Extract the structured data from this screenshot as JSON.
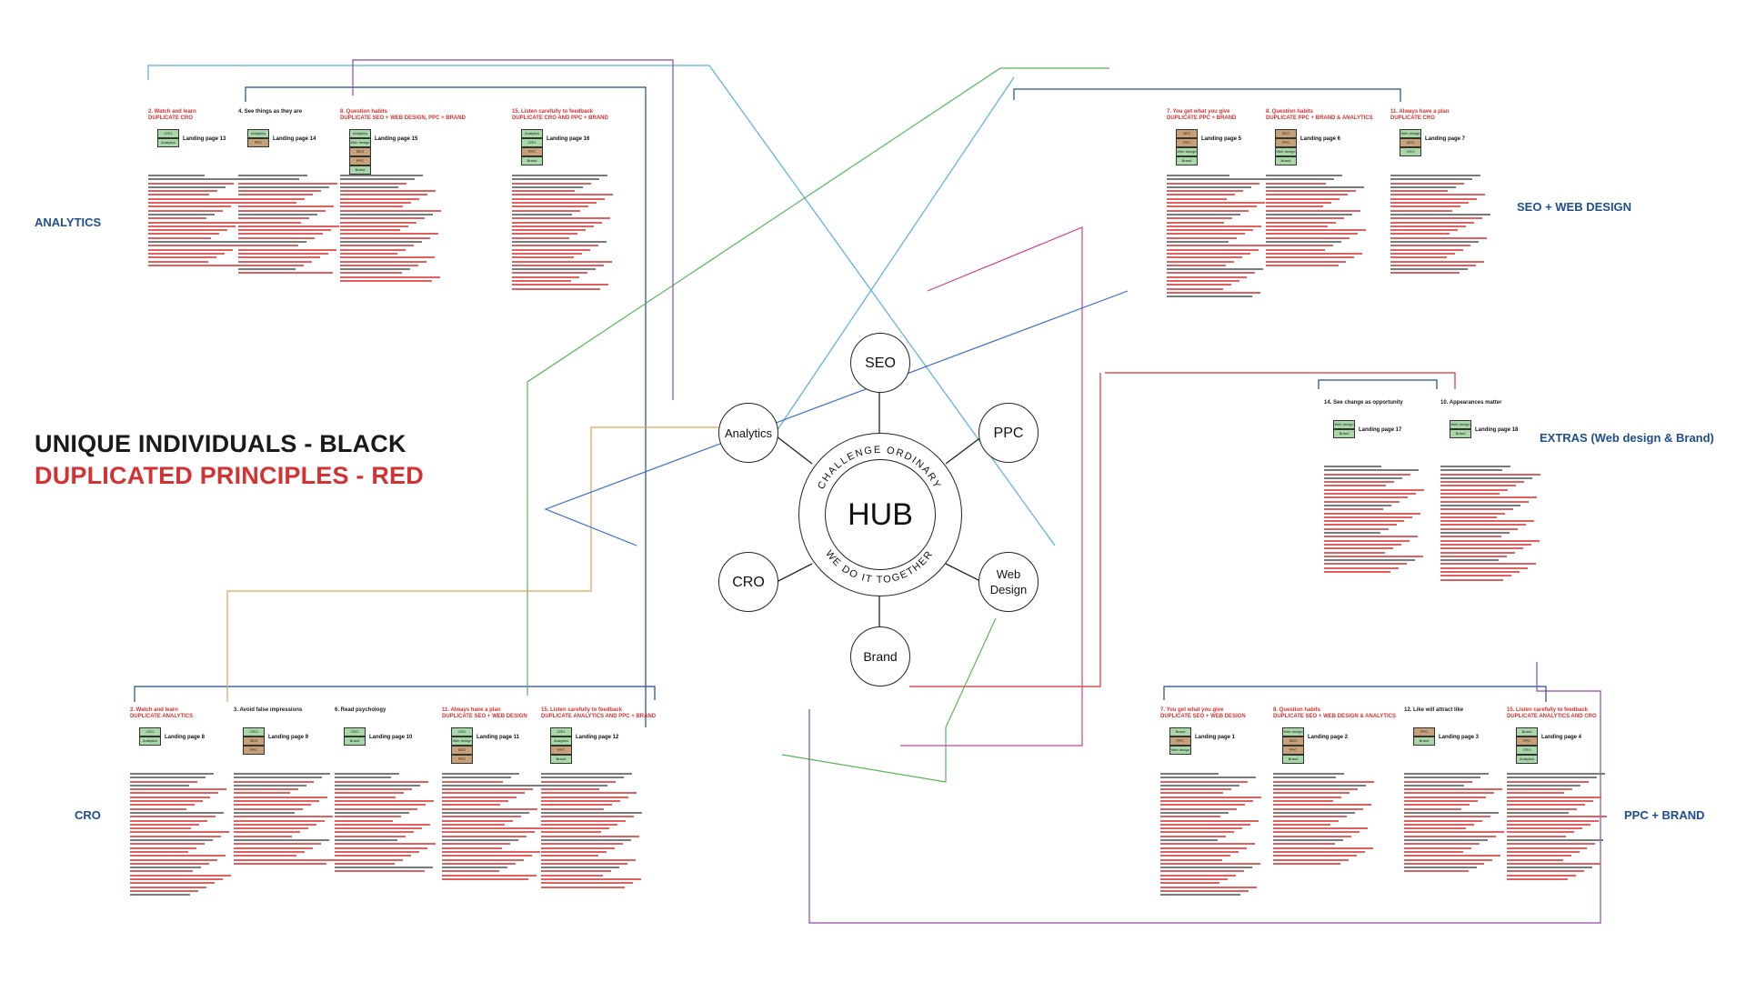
{
  "legend": {
    "black": "UNIQUE INDIVIDUALS  - BLACK",
    "red": "DUPLICATED PRINCIPLES - RED"
  },
  "regions": {
    "analytics": "ANALYTICS",
    "seo_web": "SEO + WEB DESIGN",
    "extras": "EXTRAS (Web design & Brand)",
    "cro": "CRO",
    "ppc_brand": "PPC + BRAND"
  },
  "hub": {
    "label": "HUB",
    "top_arc": "CHALLENGE ORDINARY",
    "bottom_arc": "WE DO IT TOGETHER",
    "nodes": {
      "seo": "SEO",
      "ppc": "PPC",
      "analytics": "Analytics",
      "cro": "CRO",
      "web": "Web Design",
      "brand": "Brand"
    }
  },
  "colors": {
    "red": "#d23232",
    "navy": "#1f4e8c",
    "green_box": "#a8d8a8",
    "tan_box": "#c8a078"
  },
  "cards": [
    {
      "title_num": "2. Watch and learn",
      "title_dup": "DUPLICATE CRO",
      "landing": "Landing page 13",
      "boxes": [
        "CRO",
        "Analytics"
      ]
    },
    {
      "title_num": "4. See things as they are",
      "title_dup": "",
      "landing": "Landing page 14",
      "boxes": [
        "Analytics",
        "PPC"
      ]
    },
    {
      "title_num": "8. Question habits",
      "title_dup": "DUPLICATE SEO + WEB DESIGN, PPC + BRAND",
      "landing": "Landing page 15",
      "boxes": [
        "Analytics",
        "Web design",
        "SEO",
        "PPC",
        "Brand"
      ]
    },
    {
      "title_num": "15. Listen carefully to feedback",
      "title_dup": "DUPLICATE CRO AND PPC + BRAND",
      "landing": "Landing page 16",
      "boxes": [
        "Analytics",
        "CRO",
        "PPC",
        "Brand"
      ]
    },
    {
      "title_num": "7. You get what you give",
      "title_dup": "DUPLICATE PPC + BRAND",
      "landing": "Landing page 5",
      "boxes": [
        "SEO",
        "PPC",
        "Web design",
        "Brand"
      ]
    },
    {
      "title_num": "8. Question habits",
      "title_dup": "DUPLICATE PPC + BRAND & ANALYTICS",
      "landing": "Landing page 6",
      "boxes": [
        "SEO",
        "PPC",
        "Web design",
        "Brand"
      ]
    },
    {
      "title_num": "11. Always have a plan",
      "title_dup": "DUPLICATE CRO",
      "landing": "Landing page 7",
      "boxes": [
        "Web design",
        "SEO",
        "CRO"
      ]
    },
    {
      "title_num": "14. See change as opportunity",
      "title_dup": "",
      "landing": "Landing page 17",
      "boxes": [
        "Web design",
        "Brand"
      ]
    },
    {
      "title_num": "10. Appearances matter",
      "title_dup": "",
      "landing": "Landing page 18",
      "boxes": [
        "Web design",
        "Brand"
      ]
    },
    {
      "title_num": "2. Watch and learn",
      "title_dup": "DUPLICATE ANALYTICS",
      "landing": "Landing page 8",
      "boxes": [
        "CRO",
        "Analytics"
      ]
    },
    {
      "title_num": "3. Avoid false impressions",
      "title_dup": "",
      "landing": "Landing page 9",
      "boxes": [
        "CRO",
        "SEO",
        "PPC"
      ]
    },
    {
      "title_num": "6. Read psychology",
      "title_dup": "",
      "landing": "Landing page 10",
      "boxes": [
        "CRO",
        "Brand"
      ]
    },
    {
      "title_num": "11. Always have a plan",
      "title_dup": "DUPLICATE SEO + WEB DESIGN",
      "landing": "Landing page 11",
      "boxes": [
        "CRO",
        "Web design",
        "SEO",
        "PPC"
      ]
    },
    {
      "title_num": "15. Listen carefully to feedback",
      "title_dup": "DUPLICATE ANALYTICS AND PPC + BRAND",
      "landing": "Landing page 12",
      "boxes": [
        "CRO",
        "Analytics",
        "PPC",
        "Brand"
      ]
    },
    {
      "title_num": "7. You get what you give",
      "title_dup": "DUPLICATE SEO + WEB DESIGN",
      "landing": "Landing page 1",
      "boxes": [
        "Brand",
        "PPC",
        "Web design"
      ]
    },
    {
      "title_num": "8. Question habits",
      "title_dup": "DUPLICATE SEO + WEB DESIGN & ANALYTICS",
      "landing": "Landing page 2",
      "boxes": [
        "Web design",
        "SEO",
        "PPC",
        "Brand"
      ]
    },
    {
      "title_num": "12. Like will attract like",
      "title_dup": "",
      "landing": "Landing page 3",
      "boxes": [
        "PPC",
        "Brand"
      ]
    },
    {
      "title_num": "15. Listen carefully to feedback",
      "title_dup": "DUPLICATE ANALYTICS AND CRO",
      "landing": "Landing page 4",
      "boxes": [
        "Brand",
        "PPC",
        "CRO",
        "Analytics"
      ]
    }
  ]
}
